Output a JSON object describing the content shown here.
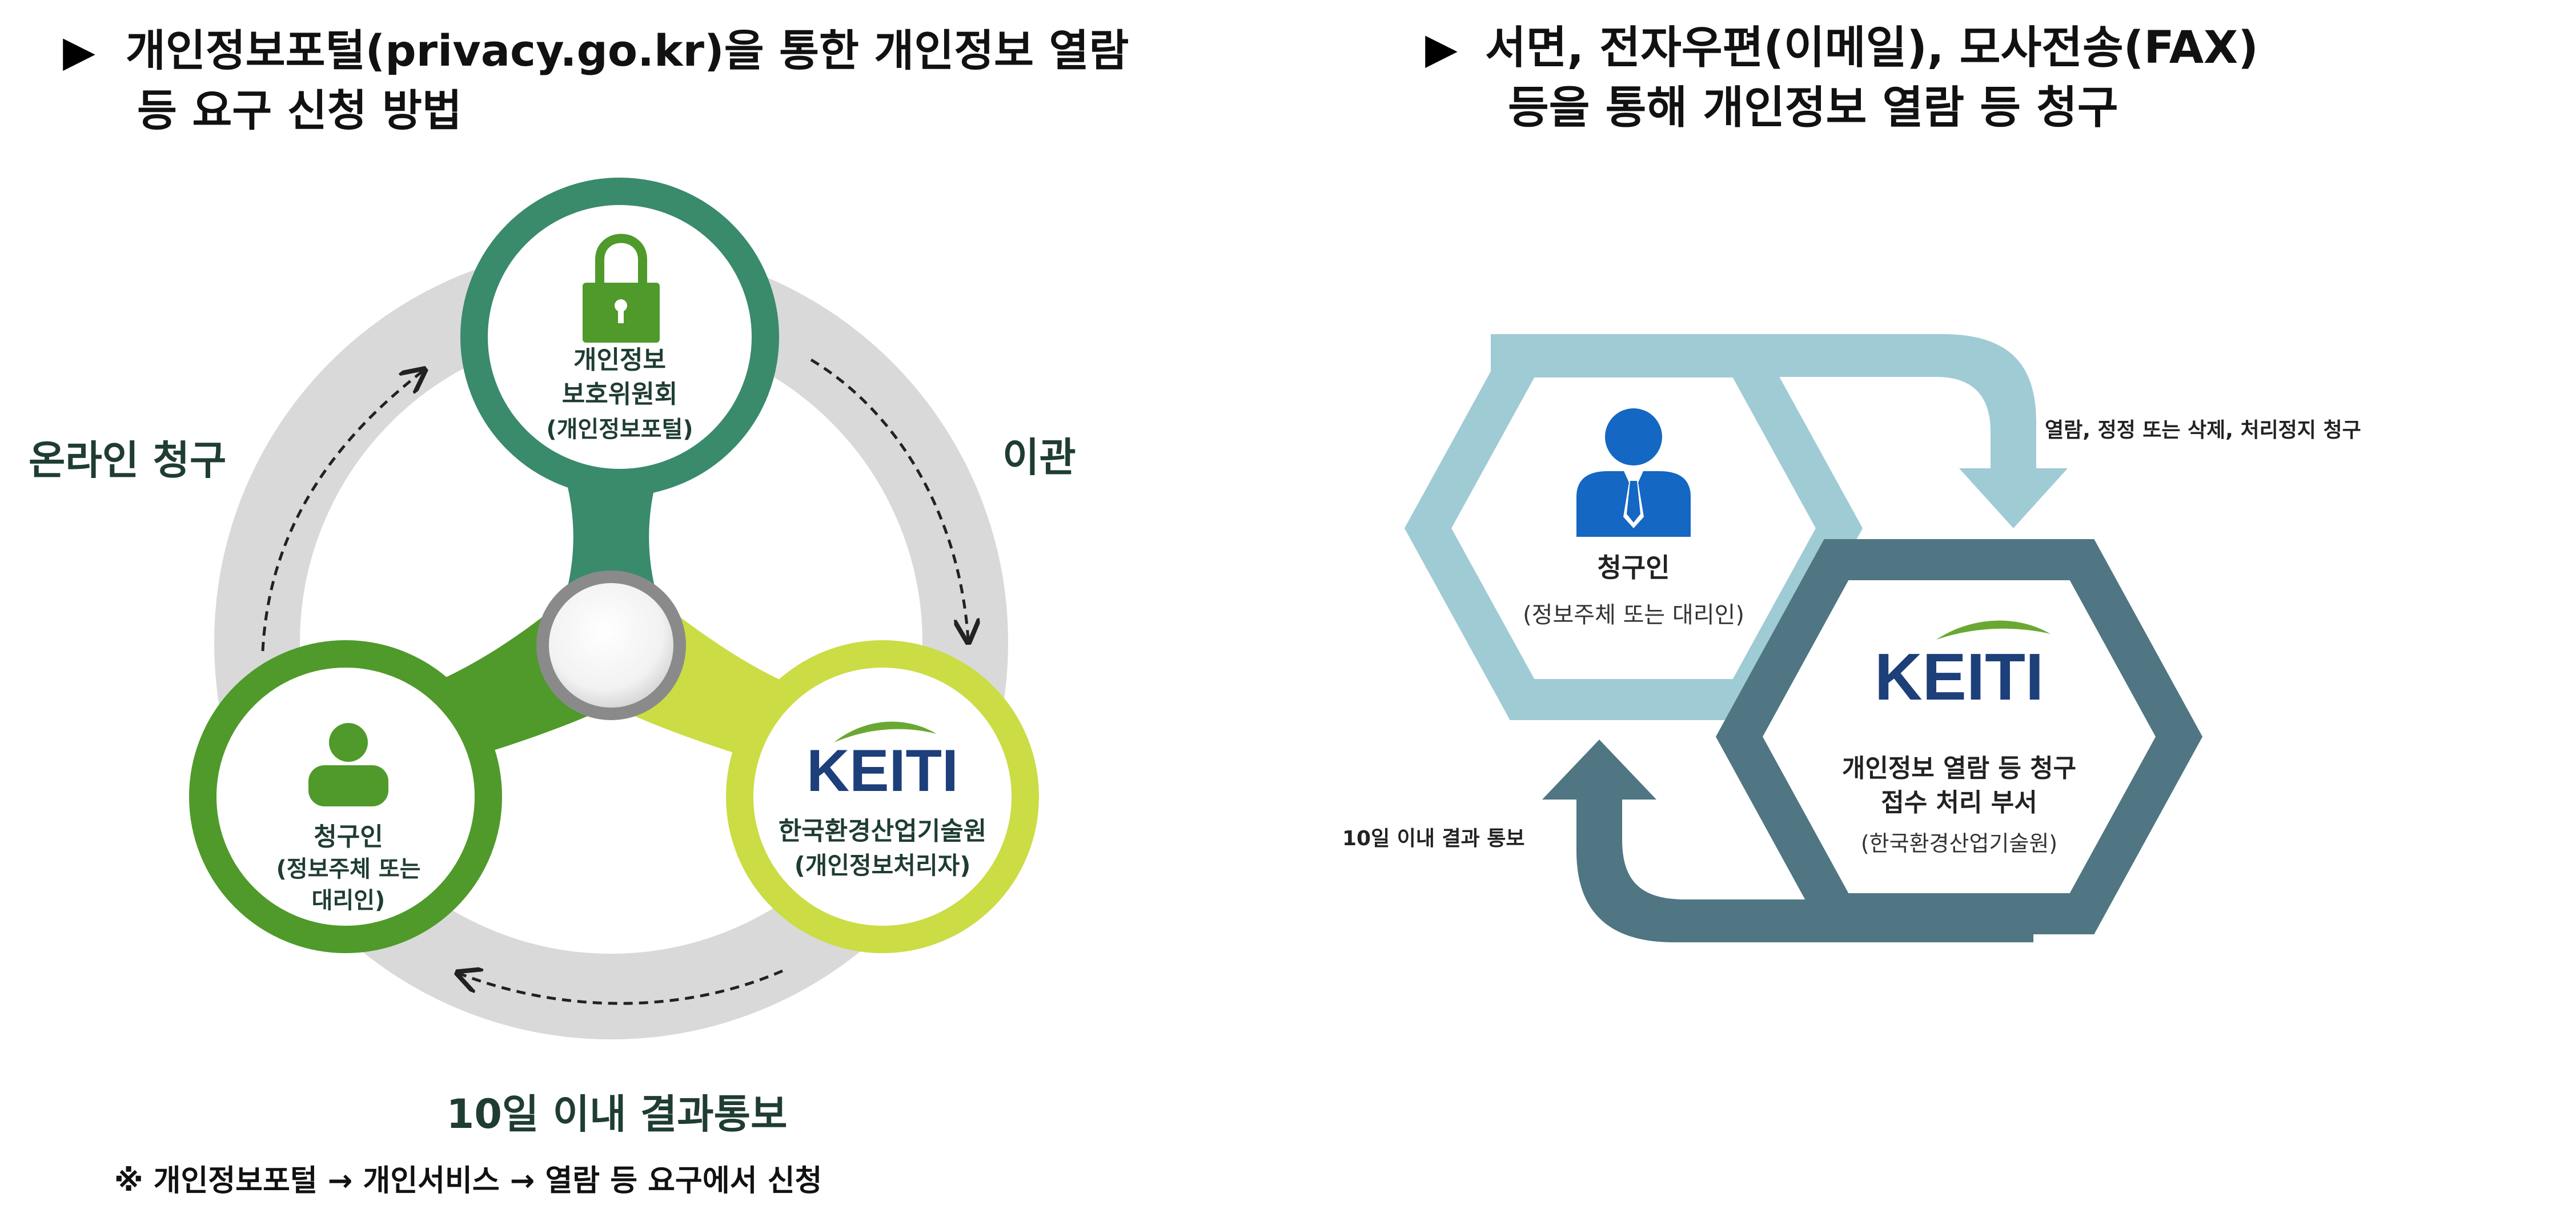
{
  "left_panel": {
    "heading_arrow": "▶",
    "heading_line1": "개인정보포털(privacy.go.kr)을 통한 개인정보 열람",
    "heading_line2": "등 요구 신청 방법",
    "label_online": "온라인 청구",
    "label_transfer": "이관",
    "label_notify": "10일 이내 결과통보",
    "node_top": {
      "line1": "개인정보",
      "line2": "보호위원회",
      "line3": "(개인정보포털)"
    },
    "node_left": {
      "line1": "청구인",
      "line2": "(정보주체 또는",
      "line3": "대리인)"
    },
    "node_right": {
      "logo": "KEITI",
      "line1": "한국환경산업기술원",
      "line2": "(개인정보처리자)"
    },
    "footnote": "※ 개인정보포털 → 개인서비스 → 열람 등 요구에서 신청"
  },
  "right_panel": {
    "heading_arrow": "▶",
    "heading_line1": "서면, 전자우편(이메일), 모사전송(FAX)",
    "heading_line2": "등을 통해 개인정보 열람 등 청구",
    "hex_left": {
      "title": "청구인",
      "subtitle": "(정보주체 또는 대리인)"
    },
    "hex_right": {
      "logo": "KEITI",
      "line1": "개인정보 열람 등 청구",
      "line2": "접수 처리 부서",
      "line3": "(한국환경산업기술원)"
    },
    "label_request": "열람, 정정 또는 삭제, 처리정지 청구",
    "label_notify": "10일 이내 결과 통보"
  },
  "colors": {
    "dark_green": "#3a8a6c",
    "mid_green": "#4f9a2a",
    "lime": "#cbdc45",
    "ring_gray": "#d9d9d9",
    "text_dark": "#1f3d32",
    "navy": "#1d3f7a",
    "light_teal": "#9fcbd5",
    "dark_teal": "#4f7682",
    "person_blue": "#1467c2"
  }
}
